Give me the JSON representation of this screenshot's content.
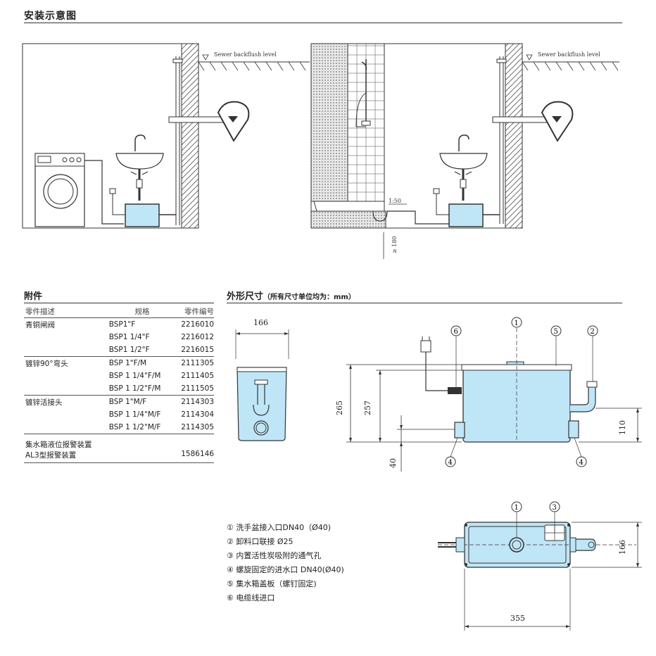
{
  "install_section": {
    "title": "安装示意图",
    "left_diagram": {
      "sewer_label": "Sewer backflush level"
    },
    "right_diagram": {
      "sewer_label": "Sewer backflush level",
      "slope_label": "1:50",
      "height_label": "≥ 180"
    }
  },
  "accessories": {
    "title": "附件",
    "headers": [
      "零件描述",
      "规格",
      "零件编号"
    ],
    "rows": [
      {
        "desc": "青铜闸阀",
        "spec": "BSP1\"F",
        "code": "2216010"
      },
      {
        "desc": "",
        "spec": "BSP1 1/4\"F",
        "code": "2216012"
      },
      {
        "desc": "",
        "spec": "BSP1 1/2\"F",
        "code": "2216015"
      },
      {
        "desc": "镀锌90°弯头",
        "spec": "BSP 1\"F/M",
        "code": "2111305"
      },
      {
        "desc": "",
        "spec": "BSP 1 1/4\"F/M",
        "code": "2111405"
      },
      {
        "desc": "",
        "spec": "BSP 1 1/2\"F/M",
        "code": "2111505"
      },
      {
        "desc": "镀锌活接头",
        "spec": "BSP 1\"M/F",
        "code": "2114303"
      },
      {
        "desc": "",
        "spec": "BSP 1 1/4\"M/F",
        "code": "2114304"
      },
      {
        "desc": "",
        "spec": "BSP 1 1/2\"M/F",
        "code": "2114305"
      },
      {
        "desc": "集水箱液位报警装置",
        "spec": "",
        "code": ""
      },
      {
        "desc": "AL3型报警装置",
        "spec": "",
        "code": "1586146"
      }
    ]
  },
  "dimensions": {
    "title": "外形尺寸",
    "subtitle": "（所有尺寸单位均为：mm）",
    "side_width": "166",
    "front_height_total": "265",
    "front_height_body": "257",
    "inlet_height": "110",
    "bottom_offset": "40",
    "top_depth": "166",
    "top_length": "355",
    "callouts": [
      "1",
      "2",
      "3",
      "4",
      "5",
      "6"
    ]
  },
  "legend": [
    {
      "num": "①",
      "text": "洗手盆接入口DN40（Ø40)"
    },
    {
      "num": "②",
      "text": "卸料口联接 Ø25"
    },
    {
      "num": "③",
      "text": "内置活性炭吸附的通气孔"
    },
    {
      "num": "④",
      "text": "螺旋固定的进水口 DN40(Ø40)"
    },
    {
      "num": "⑤",
      "text": "集水箱盖板（螺钉固定)"
    },
    {
      "num": "⑥",
      "text": "电缆线进口"
    }
  ],
  "colors": {
    "tank_fill": "#bfe6f7",
    "line": "#333333",
    "hatch": "#555555"
  }
}
